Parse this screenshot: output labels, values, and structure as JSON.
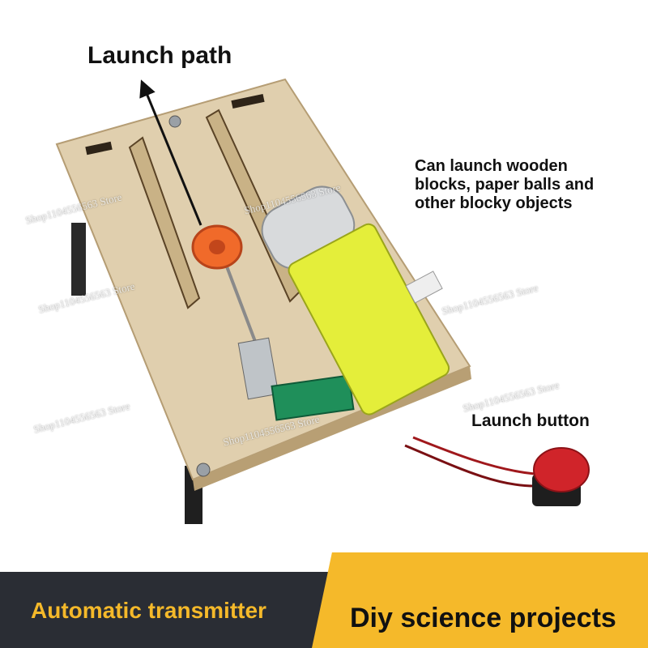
{
  "annotations": {
    "launch_path": "Launch path",
    "launch_description": [
      "Can launch wooden",
      "blocks, paper balls and",
      "other blocky objects"
    ],
    "launch_button": "Launch button"
  },
  "watermark": "Shop1104556563 Store",
  "banner": {
    "left_text": "Automatic transmitter",
    "right_text": "Diy science projects"
  },
  "colors": {
    "plywood": "#e0cfae",
    "motor_yellow": "#e4ee3a",
    "button_red": "#d0242a",
    "banner_dark": "#2a2d34",
    "banner_gold": "#f5b92a"
  }
}
